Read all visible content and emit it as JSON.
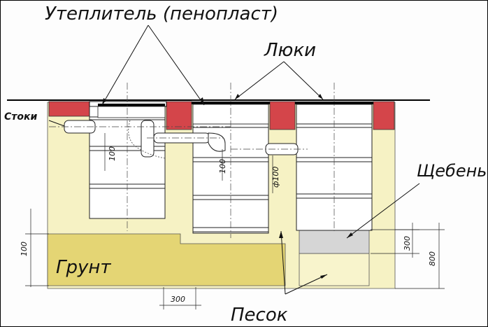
{
  "labels": {
    "insulation": "Утеплитель (пенопласт)",
    "hatches": "Люки",
    "drains": "Стоки",
    "gravel": "Щебень",
    "soil": "Грунт",
    "sand": "Песок"
  },
  "dimensions": {
    "ring_height_1": "100",
    "ring_height_2": "100",
    "pipe_diameter": "ф100",
    "base_left": "100",
    "bottom_width": "300",
    "gravel_height": "300",
    "total_height": "800"
  },
  "colors": {
    "sand": "#f6f2c4",
    "soil": "#e4d574",
    "brick": "#d4454a",
    "gravel": "#d6d6d6",
    "sheet": "#fdfdfd",
    "frame": "#000000"
  }
}
